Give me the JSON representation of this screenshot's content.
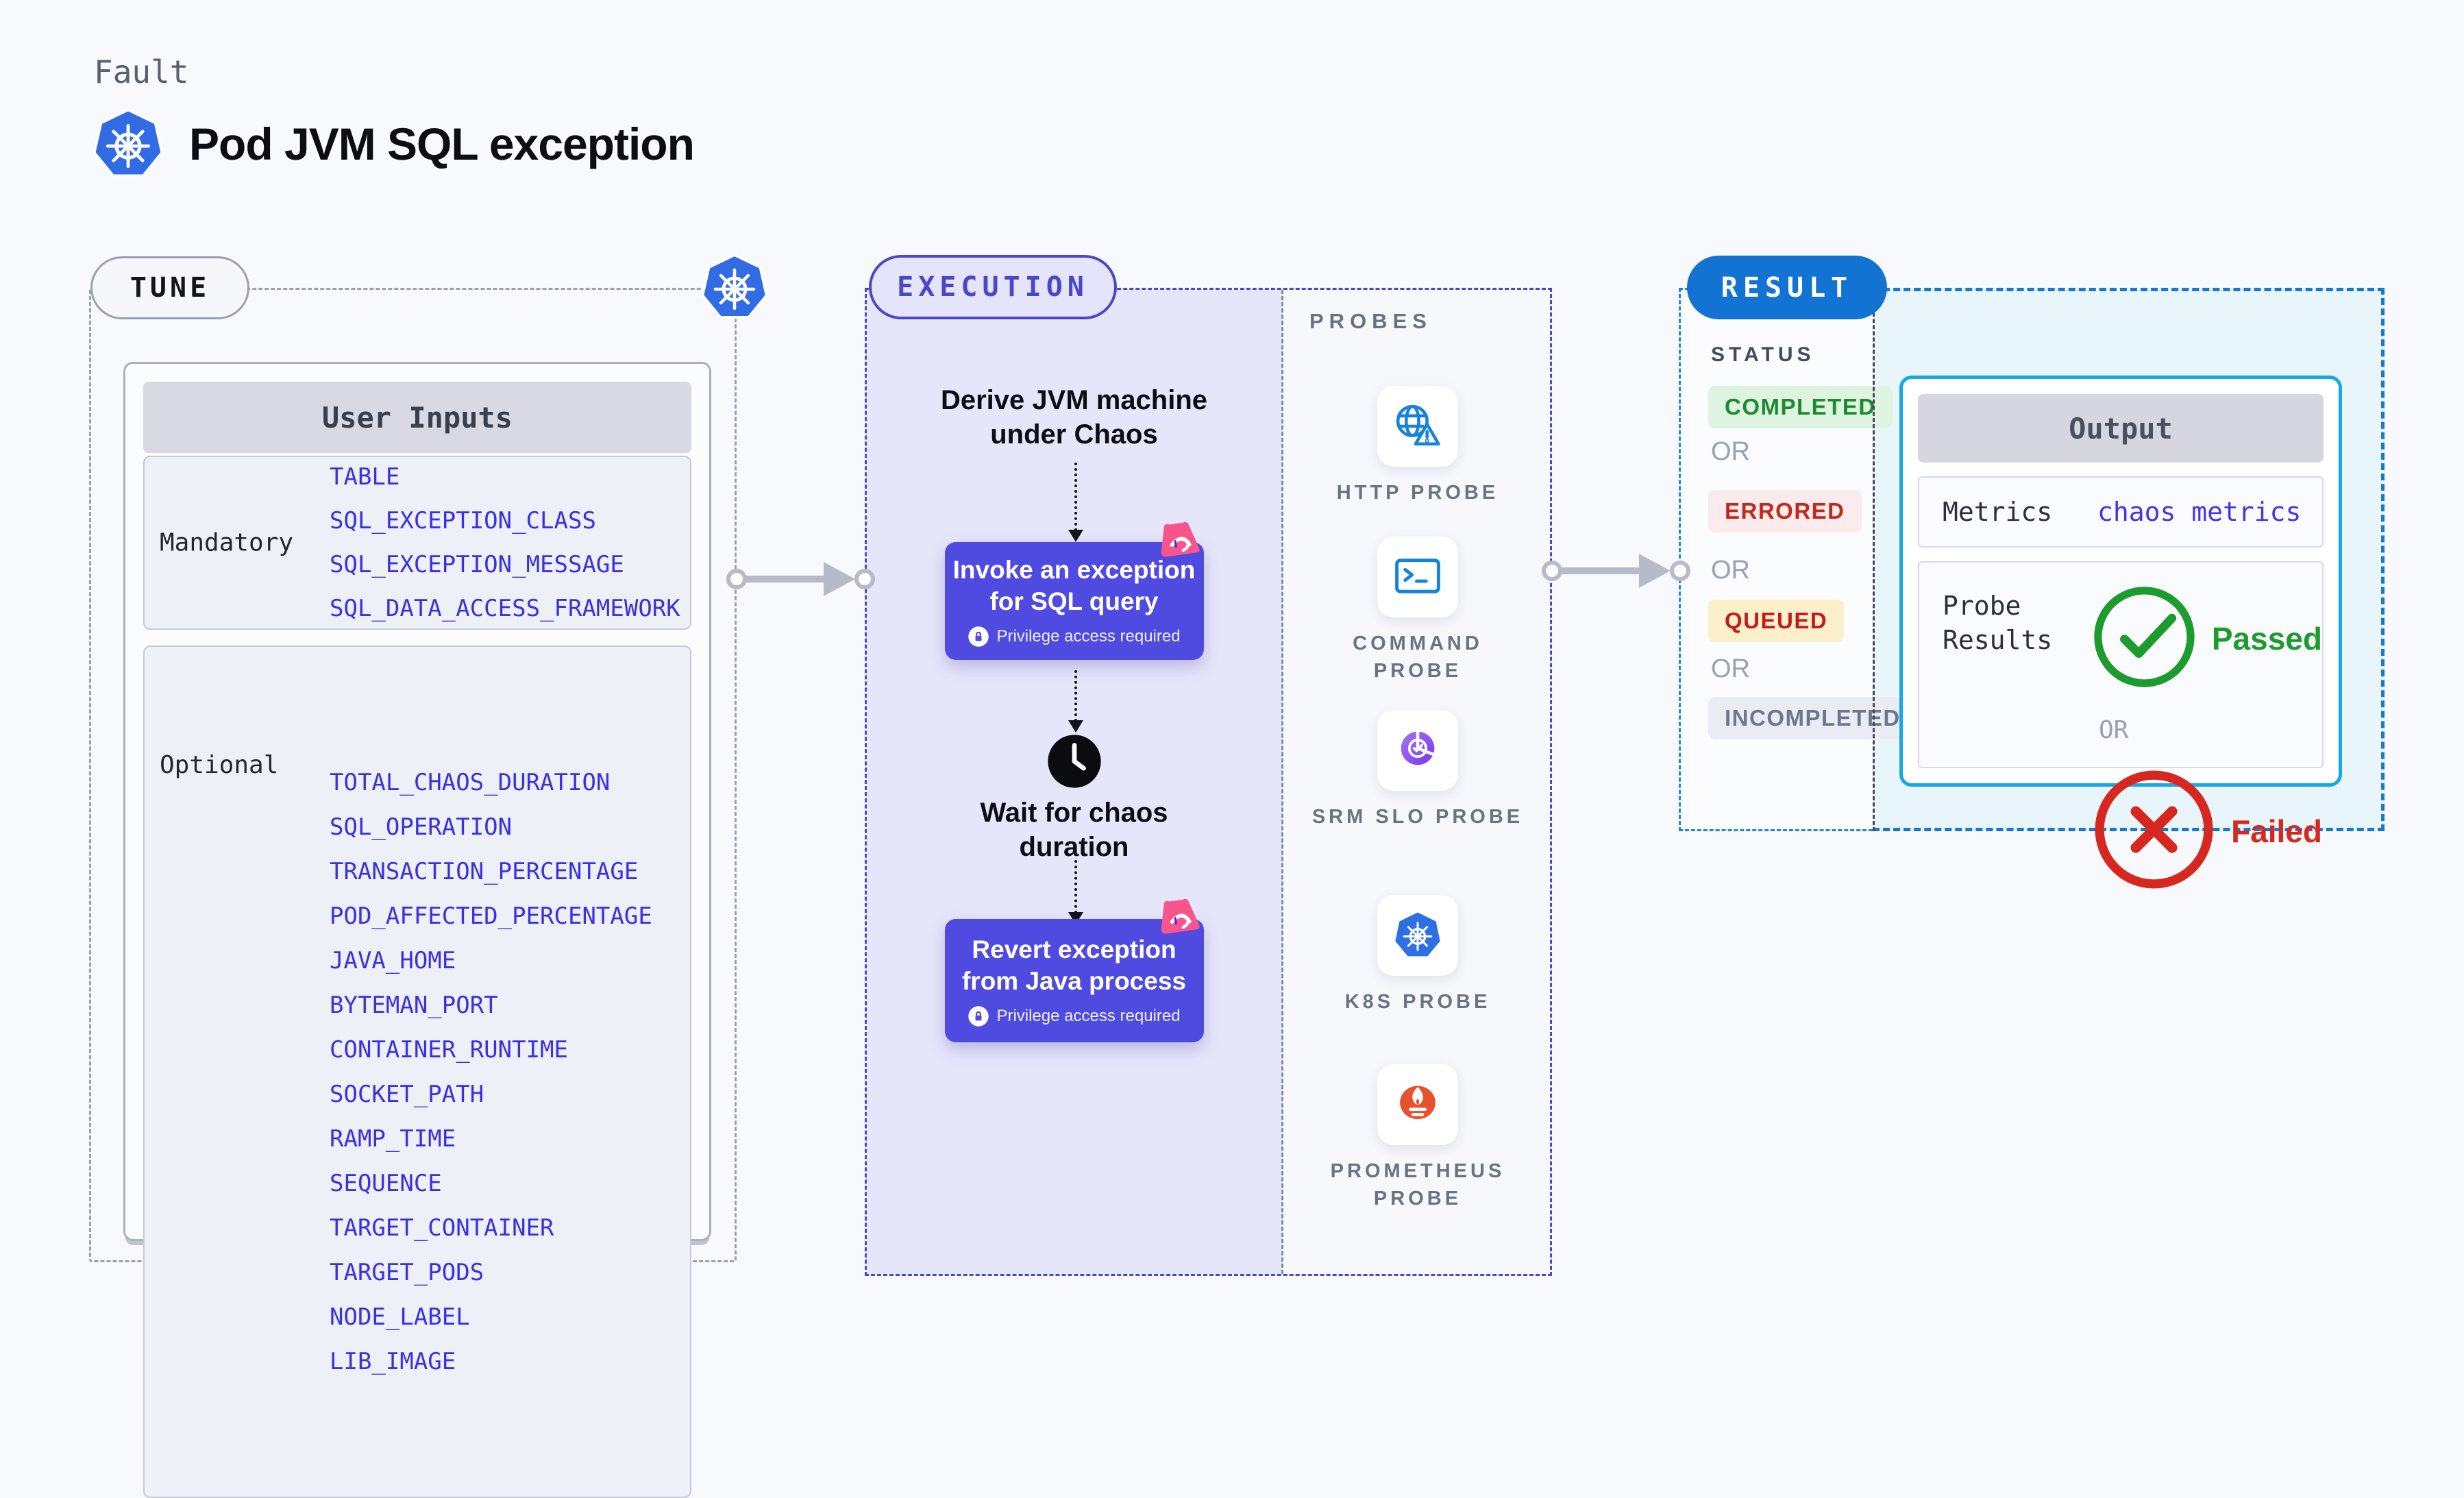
{
  "header": {
    "kicker": "Fault",
    "title": "Pod JVM SQL exception"
  },
  "tune": {
    "badge": "TUNE",
    "user_inputs": {
      "title": "User Inputs",
      "sections": [
        {
          "label": "Mandatory",
          "fields": [
            "TABLE",
            "SQL_EXCEPTION_CLASS",
            "SQL_EXCEPTION_MESSAGE",
            "SQL_DATA_ACCESS_FRAMEWORK"
          ]
        },
        {
          "label": "Optional",
          "fields": [
            "TOTAL_CHAOS_DURATION",
            "SQL_OPERATION",
            "TRANSACTION_PERCENTAGE",
            "POD_AFFECTED_PERCENTAGE",
            "JAVA_HOME",
            "BYTEMAN_PORT",
            "CONTAINER_RUNTIME",
            "SOCKET_PATH",
            "RAMP_TIME",
            "SEQUENCE",
            "TARGET_CONTAINER",
            "TARGET_PODS",
            "NODE_LABEL",
            "LIB_IMAGE"
          ]
        }
      ]
    }
  },
  "execution": {
    "badge": "EXECUTION",
    "derive_step": "Derive JVM machine\nunder Chaos",
    "invoke_step": "Invoke an exception\nfor SQL query",
    "wait_step": "Wait for chaos\nduration",
    "revert_step": "Revert exception\nfrom Java process",
    "privilege_note": "Privilege access required"
  },
  "probes": {
    "label": "PROBES",
    "items": [
      {
        "label": "HTTP PROBE",
        "icon": "http"
      },
      {
        "label": "COMMAND PROBE",
        "icon": "command"
      },
      {
        "label": "SRM SLO PROBE",
        "icon": "srm"
      },
      {
        "label": "K8S PROBE",
        "icon": "k8s-probe"
      },
      {
        "label": "PROMETHEUS PROBE",
        "icon": "prometheus"
      }
    ]
  },
  "result": {
    "badge": "RESULT",
    "status": {
      "label": "STATUS",
      "items": [
        {
          "text": "COMPLETED",
          "type": "completed"
        },
        {
          "text": "OR",
          "type": "or"
        },
        {
          "text": "ERRORED",
          "type": "errored"
        },
        {
          "text": "OR",
          "type": "or"
        },
        {
          "text": "QUEUED",
          "type": "queued"
        },
        {
          "text": "OR",
          "type": "or"
        },
        {
          "text": "INCOMPLETED",
          "type": "incompleted"
        }
      ]
    },
    "output": {
      "title": "Output",
      "metrics_label": "Metrics",
      "metrics_value": "chaos metrics",
      "probe_results_label": "Probe Results",
      "passed": "Passed",
      "or": "OR",
      "failed": "Failed"
    }
  },
  "colors": {
    "kubernetes_blue": "#326CE5",
    "chaos_purple": "#4F4AE0",
    "litmus_pink": "#F9558D",
    "result_blue": "#1273D2",
    "output_border_cyan": "#16A8E6",
    "prometheus_orange": "#E6522C",
    "probe_icon_blue": "#1583DB",
    "field_blue": "#3B30E2",
    "completed_green": "#1C8A2F",
    "errored_red": "#C4281C",
    "passed_green": "#1D9B2D",
    "failed_red": "#D6281E"
  }
}
